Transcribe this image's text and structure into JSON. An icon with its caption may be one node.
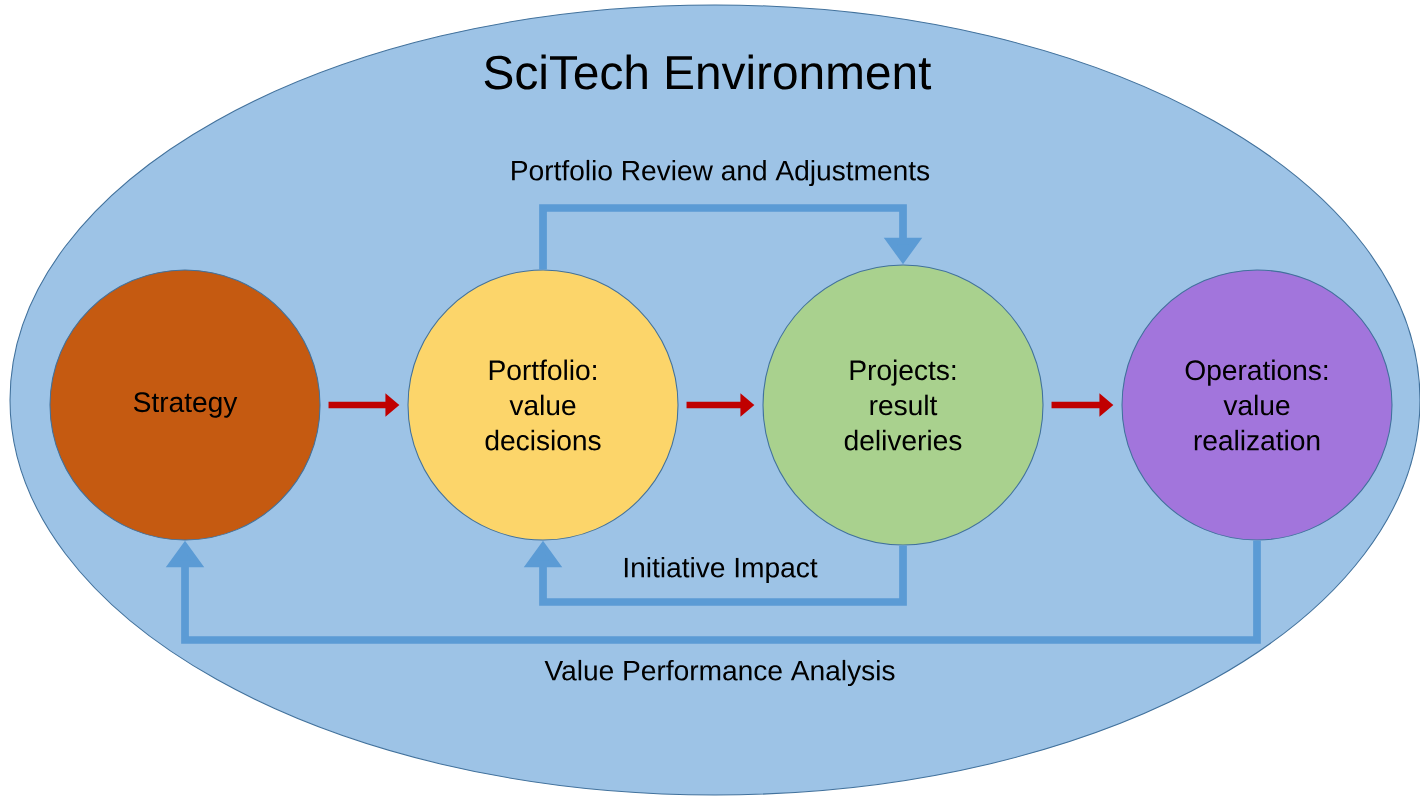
{
  "diagram": {
    "nodes": [
      {
        "text": [
          "SciTech Environment"
        ]
      },
      {
        "text": [
          "Strategy"
        ],
        "in": 0
      },
      {
        "text": [
          "Portfolio: value decisions"
        ],
        "in": 0
      },
      {
        "text": [
          "Projects: result deliveries"
        ],
        "in": 0
      },
      {
        "text": [
          "Operations: value realization"
        ],
        "in": 0
      }
    ],
    "edges": [
      {
        "from": 1,
        "to": 2,
        "arrow": "to",
        "color": "#c00000"
      },
      {
        "from": 2,
        "to": 3,
        "arrow": "to",
        "color": "#c00000"
      },
      {
        "from": 3,
        "to": 4,
        "arrow": "to",
        "color": "#c00000"
      },
      {
        "from": 2,
        "to": 3,
        "arrow": "to",
        "label": "Portfolio Review and Adjustments",
        "color": "#5b9bd5"
      },
      {
        "from": 3,
        "to": 2,
        "arrow": "to",
        "label": "Initiative Impact",
        "color": "#5b9bd5"
      },
      {
        "from": 4,
        "to": 1,
        "arrow": "to",
        "label": "Value Performance Analysis",
        "color": "#5b9bd5"
      }
    ]
  }
}
